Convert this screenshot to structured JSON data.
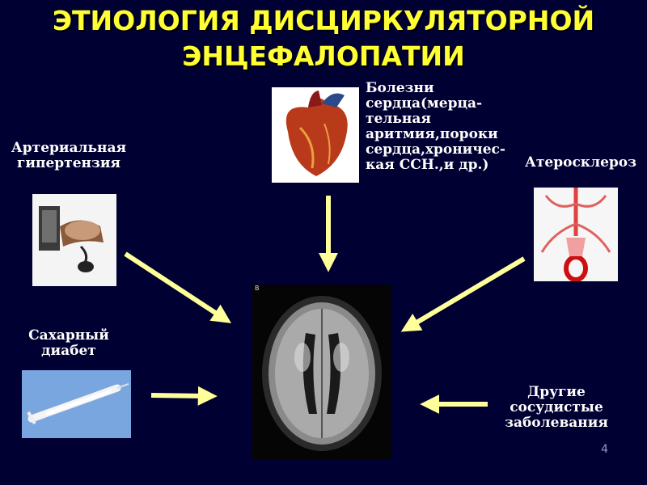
{
  "slide": {
    "title_line1": "ЭТИОЛОГИЯ ДИСЦИРКУЛЯТОРНОЙ",
    "title_line2": "ЭНЦЕФАЛОПАТИИ",
    "page_number": "4"
  },
  "causes": {
    "hypertension": {
      "line1": "Артериальная",
      "line2": "гипертензия"
    },
    "heart": {
      "line1": "Болезни",
      "line2": "сердца(мерца-",
      "line3": "тельная",
      "line4": "аритмия,пороки",
      "line5": "сердца,хроничес-",
      "line6": "кая ССН.,и др.)"
    },
    "atherosclerosis": {
      "line1": "Атеросклероз"
    },
    "diabetes": {
      "line1": "Сахарный",
      "line2": "диабет"
    },
    "vascular": {
      "line1": "Другие",
      "line2": "сосудистые",
      "line3": "заболевания"
    }
  },
  "mri_letter": "B",
  "colors": {
    "background": "#000033",
    "title": "#FFFF33",
    "arrow": "#FFFF99",
    "text": "#FFFFFF"
  }
}
